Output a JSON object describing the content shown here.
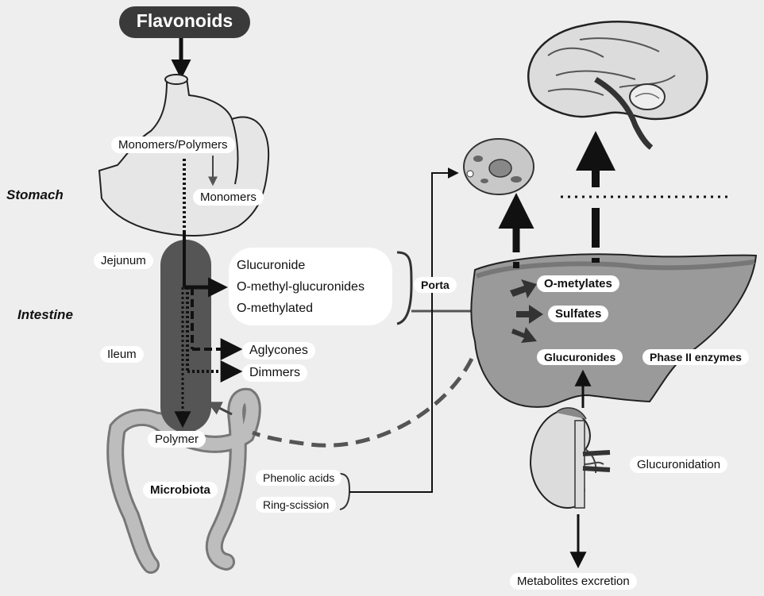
{
  "title": "Flavonoids",
  "regions": {
    "stomach": "Stomach",
    "intestine": "Intestine",
    "jejunum": "Jejunum",
    "ileum": "Ileum",
    "microbiota": "Microbiota"
  },
  "stomach_labels": {
    "monomers_polymers": "Monomers/Polymers",
    "monomers": "Monomers"
  },
  "intestine_products": [
    "Glucuronide",
    "O-methyl-glucuronides",
    "O-methylated"
  ],
  "intestine_outputs": {
    "aglycones": "Aglycones",
    "dimmers": "Dimmers",
    "polymer": "Polymer"
  },
  "microbiota_products": [
    "Phenolic acids",
    "Ring-scission"
  ],
  "porta": "Porta",
  "liver_products": {
    "o_metylates": "O-metylates",
    "sulfates": "Sulfates",
    "glucuronides": "Glucuronides"
  },
  "phase_ii": "Phase II enzymes",
  "glucuronidation": "Glucuronidation",
  "excretion": "Metabolites excretion",
  "colors": {
    "background": "#eeeeee",
    "organ_fill": "#e6e6e6",
    "liver_fill": "#9a9a9a",
    "intestine_fill": "#555555",
    "arrow_dark": "#111111",
    "arrow_gray": "#555555"
  },
  "icons": {
    "stomach": "stomach-illustration",
    "colon": "colon-illustration",
    "liver": "liver-illustration",
    "kidney": "kidney-illustration",
    "cell": "cell-illustration",
    "brain": "brain-illustration"
  }
}
